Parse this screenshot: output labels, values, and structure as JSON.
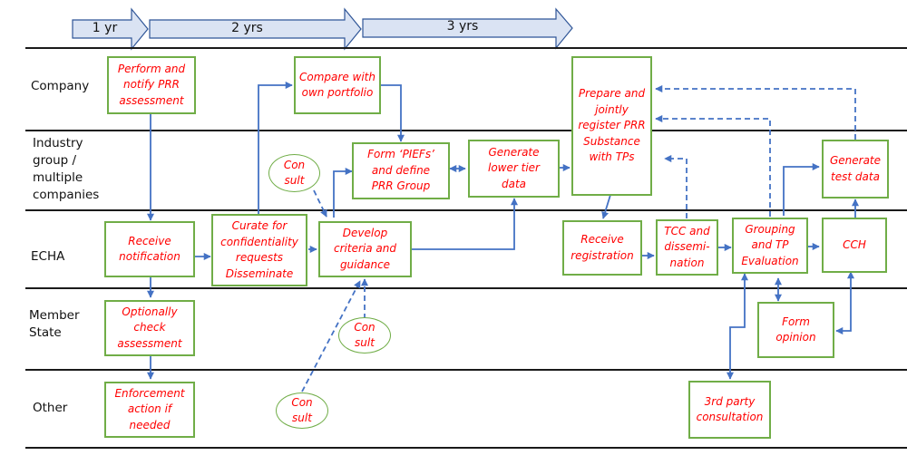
{
  "colors": {
    "lane_line": "#1a1a1a",
    "box_border": "#70ad47",
    "box_text": "#ff0000",
    "connector": "#4472c4",
    "phase_fill": "#dae3f3",
    "phase_border": "#2f5597"
  },
  "phases": [
    {
      "label": "1 yr"
    },
    {
      "label": "2 yrs"
    },
    {
      "label": "3 yrs"
    }
  ],
  "lanes": [
    {
      "label": "Company"
    },
    {
      "label": "Industry\ngroup /\nmultiple\ncompanies"
    },
    {
      "label": "ECHA"
    },
    {
      "label": "Member\nState"
    },
    {
      "label": "Other"
    }
  ],
  "boxes": {
    "perform_notify": "Perform and\nnotify PRR\nassessment",
    "compare_portfolio": "Compare with\nown portfolio",
    "prepare_register": "Prepare and\njointly\nregister PRR\nSubstance\nwith TPs",
    "form_piefs": "Form ‘PIEFs’\nand define\nPRR Group",
    "generate_lower_tier": "Generate\nlower tier\ndata",
    "generate_test_data": "Generate\ntest data",
    "receive_notification": "Receive\nnotification",
    "curate": "Curate for\nconfidentiality\nrequests\nDisseminate",
    "develop_criteria": "Develop\ncriteria and\nguidance",
    "receive_registration": "Receive\nregistration",
    "tcc_dissemination": "TCC and\ndissemi-\nnation",
    "grouping_tp": "Grouping\nand TP\nEvaluation",
    "cch": "CCH",
    "optionally_check": "Optionally\ncheck\nassessment",
    "form_opinion": "Form\nopinion",
    "enforcement": "Enforcement\naction if\nneeded",
    "third_party": "3rd party\nconsultation"
  },
  "consult_ovals": [
    {
      "label": "Con\nsult"
    },
    {
      "label": "Con\nsult"
    },
    {
      "label": "Con\nsult"
    }
  ]
}
